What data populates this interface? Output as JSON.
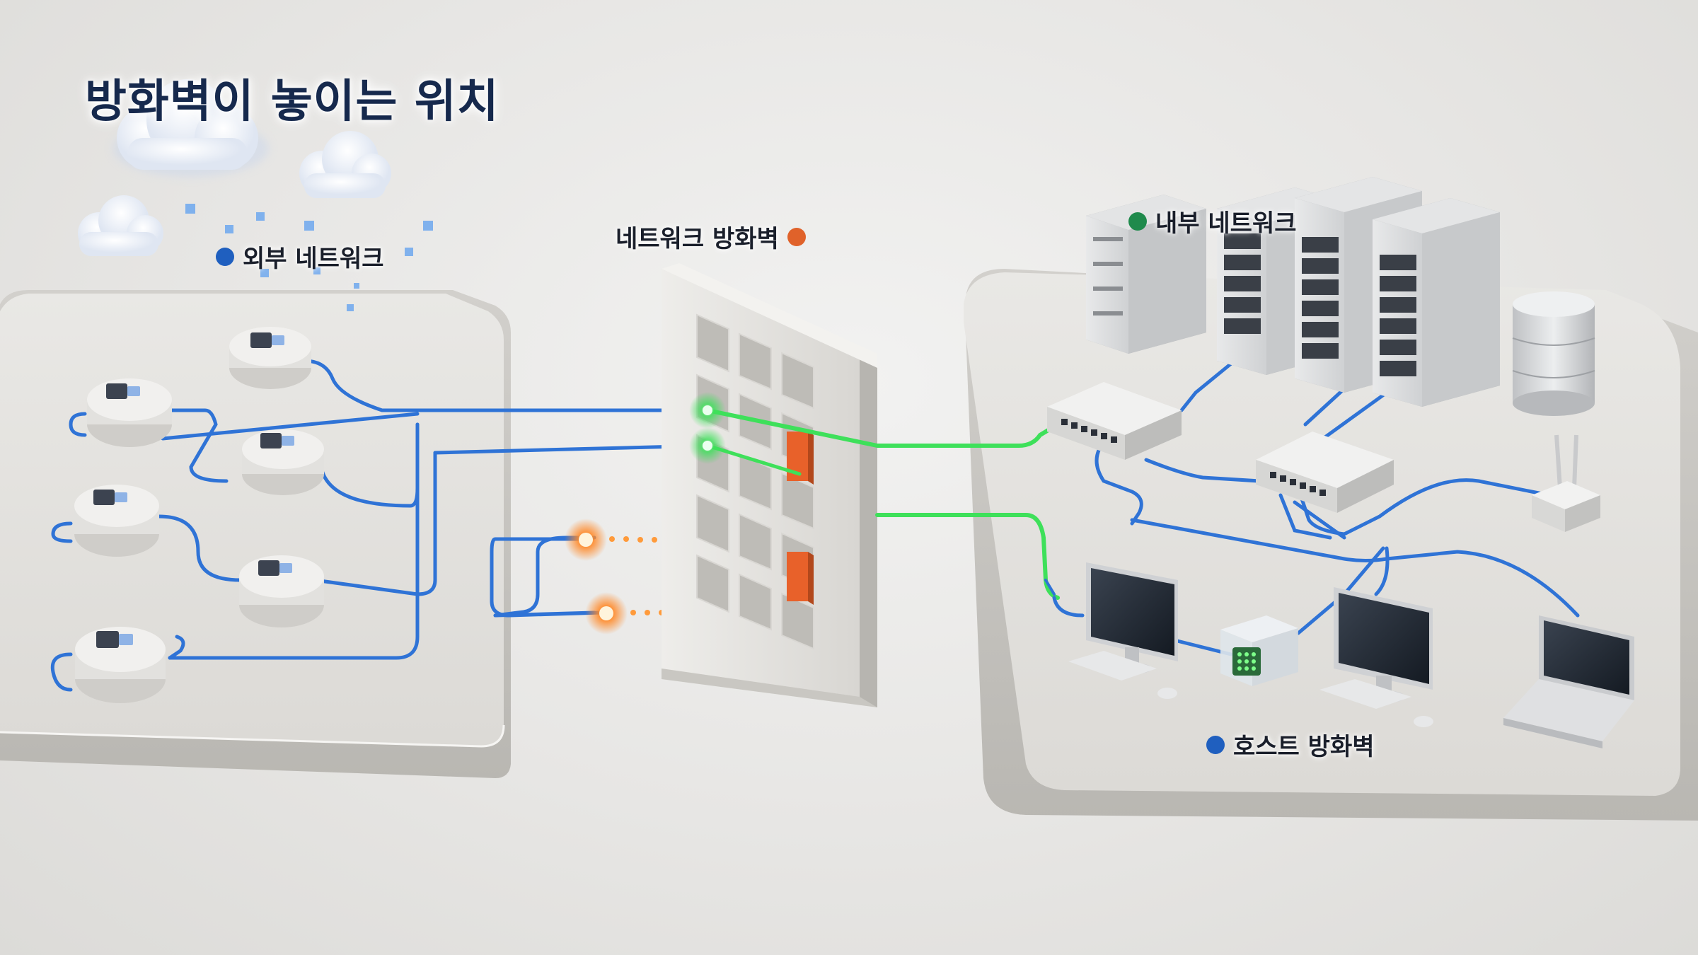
{
  "title": "방화벽이 놓이는 위치",
  "labels": {
    "external_network": "외부 네트워크",
    "network_firewall": "네트워크 방화벽",
    "internal_network": "내부 네트워크",
    "host_firewall": "호스트 방화벽"
  },
  "colors": {
    "external_dot": "#1f5fbf",
    "firewall_dot": "#e0622a",
    "internal_dot": "#1f8a4c",
    "host_dot": "#1f5fbf",
    "cable_blue": "#2f73d6",
    "allowed_green": "#3ee05a",
    "blocked_orange": "#ff8a2a",
    "title_color": "#16294d"
  },
  "icons": [
    "cloud-icon",
    "router-icon",
    "firewall-wall-icon",
    "server-rack-icon",
    "database-icon",
    "switch-icon",
    "wifi-router-icon",
    "desktop-monitor-icon",
    "laptop-icon",
    "host-firewall-chip-icon"
  ]
}
